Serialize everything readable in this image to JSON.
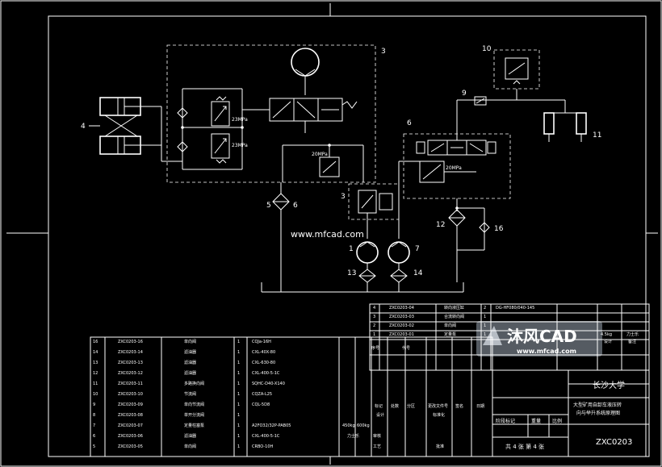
{
  "labels": {
    "l1": "1",
    "l3a": "3",
    "l3b": "3",
    "l4": "4",
    "l5": "5",
    "l6a": "6",
    "l6b": "6",
    "l7": "7",
    "l9": "9",
    "l10": "10",
    "l11": "11",
    "l12": "12",
    "l13": "13",
    "l14": "14",
    "l16": "16",
    "p1": "23MPa",
    "p2": "23MPa",
    "p3": "20MPa",
    "p4": "20MPa"
  },
  "watermark": "www.mfcad.com",
  "logo": {
    "main": "沐风CAD",
    "sub": "www.mfcad.com"
  },
  "bom_top": [
    {
      "no": "4",
      "code": "ZXC0203-04",
      "name": "转向液压缸",
      "qty": "2",
      "spec": "DG-HF080/040-145"
    },
    {
      "no": "3",
      "code": "ZXC0203-03",
      "name": "合流转向阀",
      "qty": "1",
      "spec": ""
    },
    {
      "no": "2",
      "code": "ZXC0203-02",
      "name": "单向阀",
      "qty": "1",
      "spec": ""
    },
    {
      "no": "1",
      "code": "ZXC0203-01",
      "name": "定量泵",
      "qty": "1",
      "spec": ""
    }
  ],
  "bom_top_head": {
    "no": "序号",
    "code": "代号"
  },
  "bom_right": {
    "weight": "4.5kg",
    "c1": "力士乐",
    "c2": "备注",
    "c3": "设计"
  },
  "bom_left": [
    {
      "no": "16",
      "code": "ZXC0203-16",
      "name": "单向阀",
      "qty": "1",
      "spec": "CQJa-16H"
    },
    {
      "no": "14",
      "code": "ZXC0203-14",
      "name": "滤油器",
      "qty": "1",
      "spec": "CXL-40X-80"
    },
    {
      "no": "13",
      "code": "ZXC0203-13",
      "name": "滤油器",
      "qty": "1",
      "spec": "CXL-630-80"
    },
    {
      "no": "12",
      "code": "ZXC0203-12",
      "name": "滤油器",
      "qty": "1",
      "spec": "CXL-400-5-1C"
    },
    {
      "no": "11",
      "code": "ZXC0203-11",
      "name": "多路换向阀",
      "qty": "1",
      "spec": "SQHC-D40-X140"
    },
    {
      "no": "10",
      "code": "ZXC0203-10",
      "name": "节流阀",
      "qty": "1",
      "spec": "CQZA-L25"
    },
    {
      "no": "9",
      "code": "ZXC0203-09",
      "name": "单向节流阀",
      "qty": "1",
      "spec": "CQL-5D8"
    },
    {
      "no": "8",
      "code": "ZXC0203-08",
      "name": "单开分流阀",
      "qty": "1",
      "spec": ""
    },
    {
      "no": "7",
      "code": "ZXC0203-07",
      "name": "定量柱塞泵",
      "qty": "1",
      "spec": "A2FO32/32P-PAB05"
    },
    {
      "no": "6",
      "code": "ZXC0203-06",
      "name": "滤油器",
      "qty": "1",
      "spec": "CXL-400-5-1C"
    },
    {
      "no": "5",
      "code": "ZXC0203-05",
      "name": "单向阀",
      "qty": "1",
      "spec": "CRBO-10H"
    }
  ],
  "title_block": {
    "school": "长沙大学",
    "title_line1": "大型矿用自卸车液压转",
    "title_line2": "向与举升系统原理图",
    "drawing_no": "ZXC0203",
    "sheet_info": "共 4 张   第 4 张",
    "h_stage": "阶段标记",
    "h_weight": "重量",
    "h_scale": "比例",
    "r_mark": "标记",
    "r_count": "处数",
    "r_zone": "分区",
    "r_docno": "更改文件号",
    "r_sign": "签名",
    "r_date": "日期",
    "r_design": "设计",
    "r_std": "标准化",
    "r_check": "审核",
    "r_process": "工艺",
    "r_approve": "批准",
    "m_brand": "力士乐",
    "m_w1": "450kg",
    "m_w2": "600kg"
  }
}
